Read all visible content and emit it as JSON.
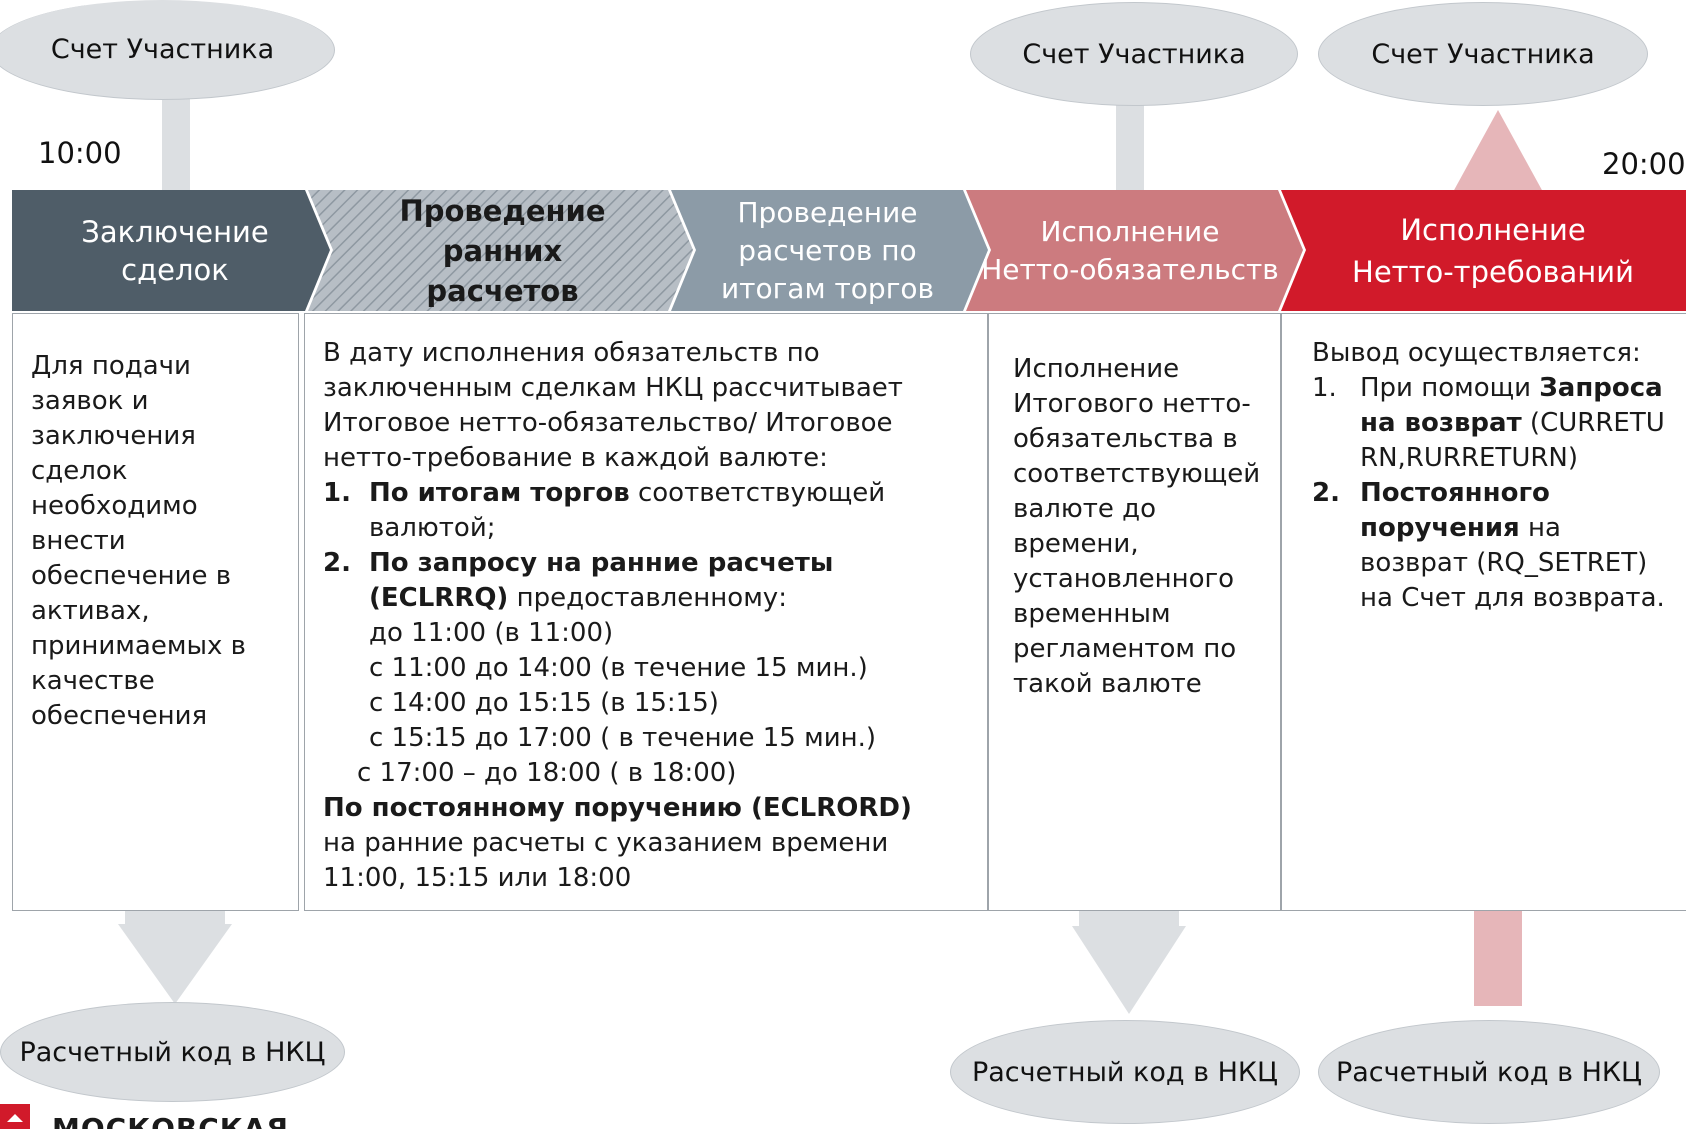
{
  "ovals": {
    "top_left": "Счет Участника",
    "top_middle": "Счет Участника",
    "top_right": "Счет Участника",
    "bottom_left": "Расчетный код в НКЦ",
    "bottom_middle": "Расчетный код в НКЦ",
    "bottom_right": "Расчетный код в НКЦ"
  },
  "times": {
    "start": "10:00",
    "end": "20:00"
  },
  "stages": [
    {
      "lines": [
        "Заключение",
        "сделок"
      ],
      "color": "#4f5d68"
    },
    {
      "lines": [
        "Проведение",
        "ранних",
        "расчетов"
      ],
      "color": "#b0b8c0",
      "pattern": "hatched"
    },
    {
      "lines": [
        "Проведение",
        "расчетов по",
        "итогам торгов"
      ],
      "color": "#8c9ba7"
    },
    {
      "lines": [
        "Исполнение",
        "Нетто-обязательств"
      ],
      "color": "#cc7b7f"
    },
    {
      "lines": [
        "Исполнение",
        "Нетто-требований"
      ],
      "color": "#d11a2a"
    }
  ],
  "boxes": {
    "deals": {
      "text": "Для подачи заявок и заключения сделок необходимо внести обеспечение в активах, принимаемых в качестве обеспечения"
    },
    "early": {
      "intro": "В дату исполнения обязательств по заключенным сделкам НКЦ рассчитывает Итоговое нетто-обязательство/ Итоговое нетто-требование в каждой валюте:",
      "item1_num": "1.",
      "item1_bold": "По итогам торгов",
      "item1_rest": " соответствующей валютой;",
      "item2_num": "2.",
      "item2_bold": "По запросу на ранние расчеты (ECLRRQ)",
      "item2_rest": " предоставленному:",
      "schedule": [
        "до 11:00 (в 11:00)",
        "с 11:00 до 14:00 (в течение 15 мин.)",
        "с 14:00 до 15:15 (в 15:15)",
        "с 15:15 до 17:00 ( в течение 15 мин.)",
        "с  17:00 – до 18:00 ( в 18:00)"
      ],
      "order_bold": "По постоянному поручению (ECLRORD)",
      "order_rest": "на ранние расчеты с указанием времени 11:00, 15:15 или 18:00"
    },
    "obligations": {
      "text": "Исполнение Итогового нетто-обязательства в соответствующей валюте до времени, установленного временным регламентом по такой валюте"
    },
    "claims": {
      "intro": "Вывод осуществляется:",
      "item1_num": "1.",
      "item1_pre": "При помощи ",
      "item1_bold": "Запроса на возврат",
      "item1_rest": " (CURRETURN,RURRETURN)",
      "item2_num": "2.",
      "item2_bold": "Постоянного поручения",
      "item2_rest": " на возврат  (RQ_SETRET) на Счет для возврата."
    }
  },
  "logo": {
    "text": "МОСКОВСКАЯ"
  },
  "colors": {
    "gray_shaft": "#dcdfe2",
    "red_shaft": "#e6b6b9",
    "border": "#9ea4aa",
    "logo_red": "#d11a2a"
  }
}
